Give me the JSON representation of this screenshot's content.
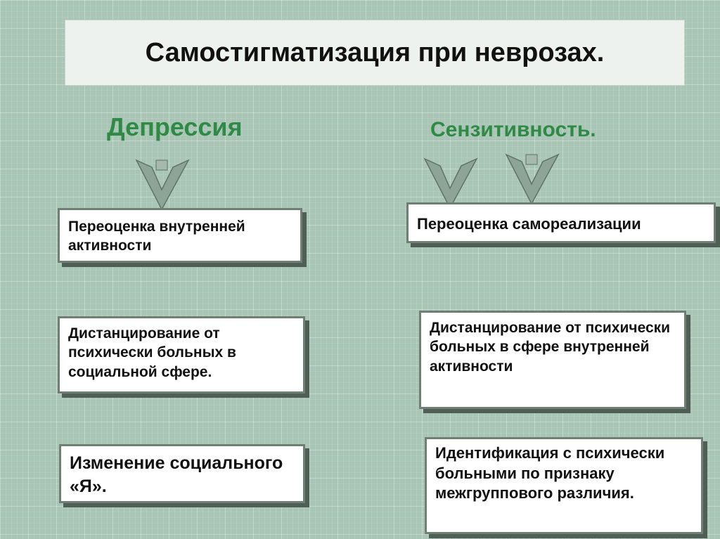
{
  "title": "Самостигматизация при неврозах.",
  "headings": {
    "left": "Депрессия",
    "right": "Сензитивность."
  },
  "left_cards": [
    "Переоценка внутренней активности",
    "Дистанцирование от психически больных в социальной сфере.",
    "Изменение социального «Я»."
  ],
  "right_cards": [
    "Переоценка самореализации",
    "Дистанцирование от психически больных в сфере внутренней активности",
    "Идентификация с психически больными по признаку межгруппового различия."
  ],
  "colors": {
    "background": "#a9c5b6",
    "heading": "#2f8a46",
    "arrow": "#8da596"
  }
}
